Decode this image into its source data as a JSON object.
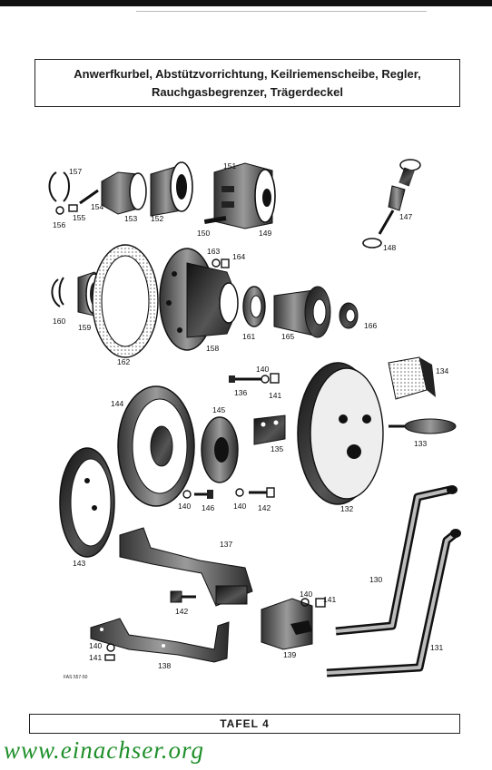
{
  "header": {
    "title_line1": "Anwerfkurbel, Abstützvorrichtung, Keilriemenscheibe, Regler,",
    "title_line2": "Rauchgasbegrenzer, Trägerdeckel"
  },
  "parts": {
    "p157": "157",
    "p156": "156",
    "p155": "155",
    "p154": "154",
    "p153": "153",
    "p152": "152",
    "p151": "151",
    "p150": "150",
    "p149": "149",
    "p147": "147",
    "p148": "148",
    "p163": "163",
    "p164": "164",
    "p160": "160",
    "p159": "159",
    "p162": "162",
    "p158": "158",
    "p161": "161",
    "p165": "165",
    "p166": "166",
    "p140a": "140",
    "p136": "136",
    "p141a": "141",
    "p134": "134",
    "p144": "144",
    "p145": "145",
    "p135": "135",
    "p133": "133",
    "p143": "143",
    "p140b": "140",
    "p146": "146",
    "p140c": "140",
    "p142a": "142",
    "p132": "132",
    "p137": "137",
    "p130": "130",
    "p142b": "142",
    "p140d": "140",
    "p141b": "141",
    "p139": "139",
    "p131": "131",
    "p140e": "140",
    "p141c": "141",
    "p138": "138"
  },
  "drawing_code": "FAS 557-50",
  "footer": {
    "plate": "TAFEL 4"
  },
  "watermark": {
    "url": "www.einachser.org",
    "color": "#1f8f2a"
  }
}
